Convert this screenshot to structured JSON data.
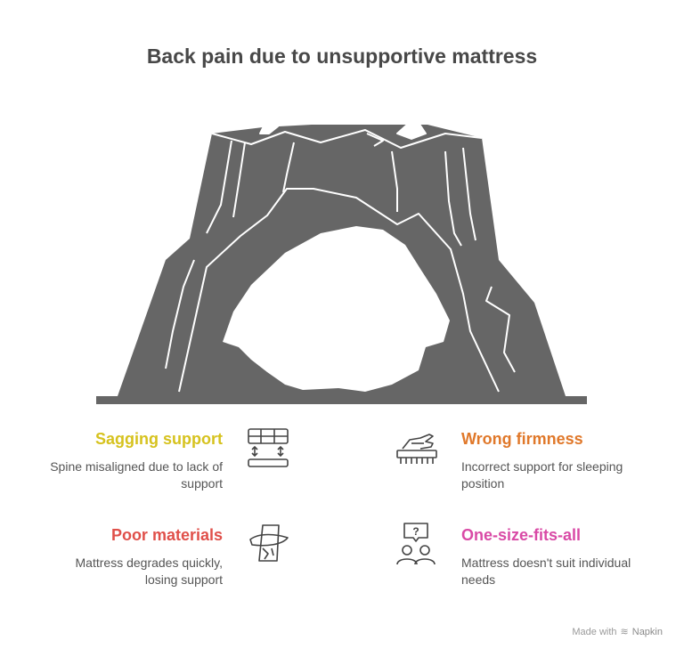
{
  "title": "Back pain due to unsupportive mattress",
  "items": [
    {
      "title": "Sagging support",
      "description": "Spine misaligned due to lack of support",
      "color": "#d6c21e",
      "icon": "mattress-spring-icon"
    },
    {
      "title": "Wrong firmness",
      "description": "Incorrect support for sleeping position",
      "color": "#e0782a",
      "icon": "hand-pressing-mattress-icon"
    },
    {
      "title": "Poor materials",
      "description": "Mattress degrades quickly, losing support",
      "color": "#e0504a",
      "icon": "worn-fabric-icon"
    },
    {
      "title": "One-size-fits-all",
      "description": "Mattress doesn't suit individual needs",
      "color": "#d94aa6",
      "icon": "people-question-icon"
    }
  ],
  "footer": {
    "made_with": "Made with",
    "brand": "Napkin"
  },
  "colors": {
    "rock": "#666666",
    "text": "#484848"
  }
}
